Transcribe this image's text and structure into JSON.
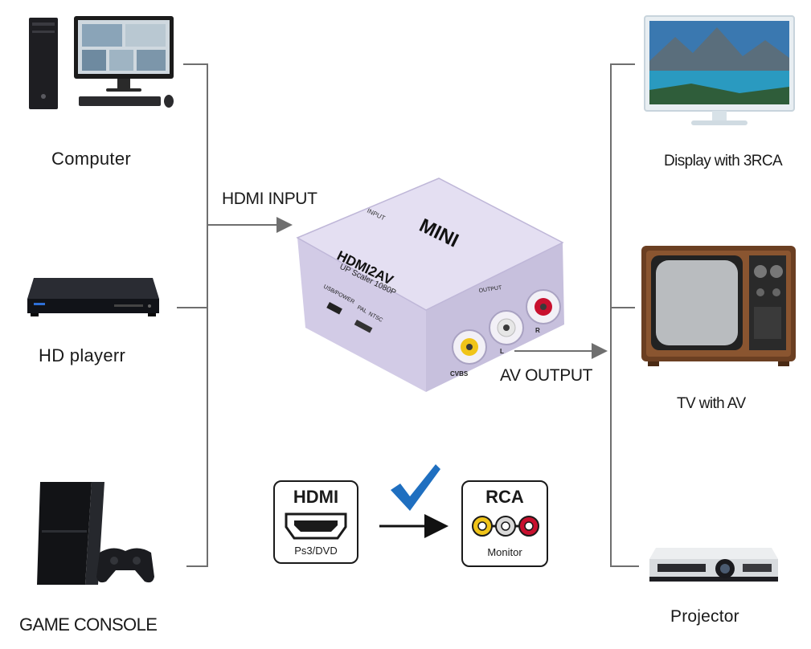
{
  "sources": {
    "computer": "Computer",
    "hd_player": "HD playerr",
    "game_console": "GAME CONSOLE"
  },
  "outputs": {
    "display": "Display with 3RCA",
    "tv": "TV with AV",
    "projector": "Projector"
  },
  "flow": {
    "hdmi_input": "HDMI INPUT",
    "av_output": "AV OUTPUT"
  },
  "device": {
    "brand": "MINI",
    "model": "HDMI2AV",
    "subtitle": "UP Scaler 1080P",
    "input_label": "INPUT",
    "output_label": "OUTPUT",
    "usb_label": "USB/POWER",
    "pal_label": "PAL",
    "ntsc_label": "NTSC",
    "cvbs_label": "CVBS",
    "l_label": "L",
    "r_label": "R"
  },
  "legend": {
    "hdmi_title": "HDMI",
    "hdmi_sub": "Ps3/DVD",
    "rca_title": "RCA",
    "rca_sub": "Monitor"
  },
  "colors": {
    "line": "#6f6f6f",
    "device_body": "#dcd6ee",
    "check": "#1f6fc0",
    "rca_yellow": "#f0c419",
    "rca_red": "#c8102e"
  }
}
